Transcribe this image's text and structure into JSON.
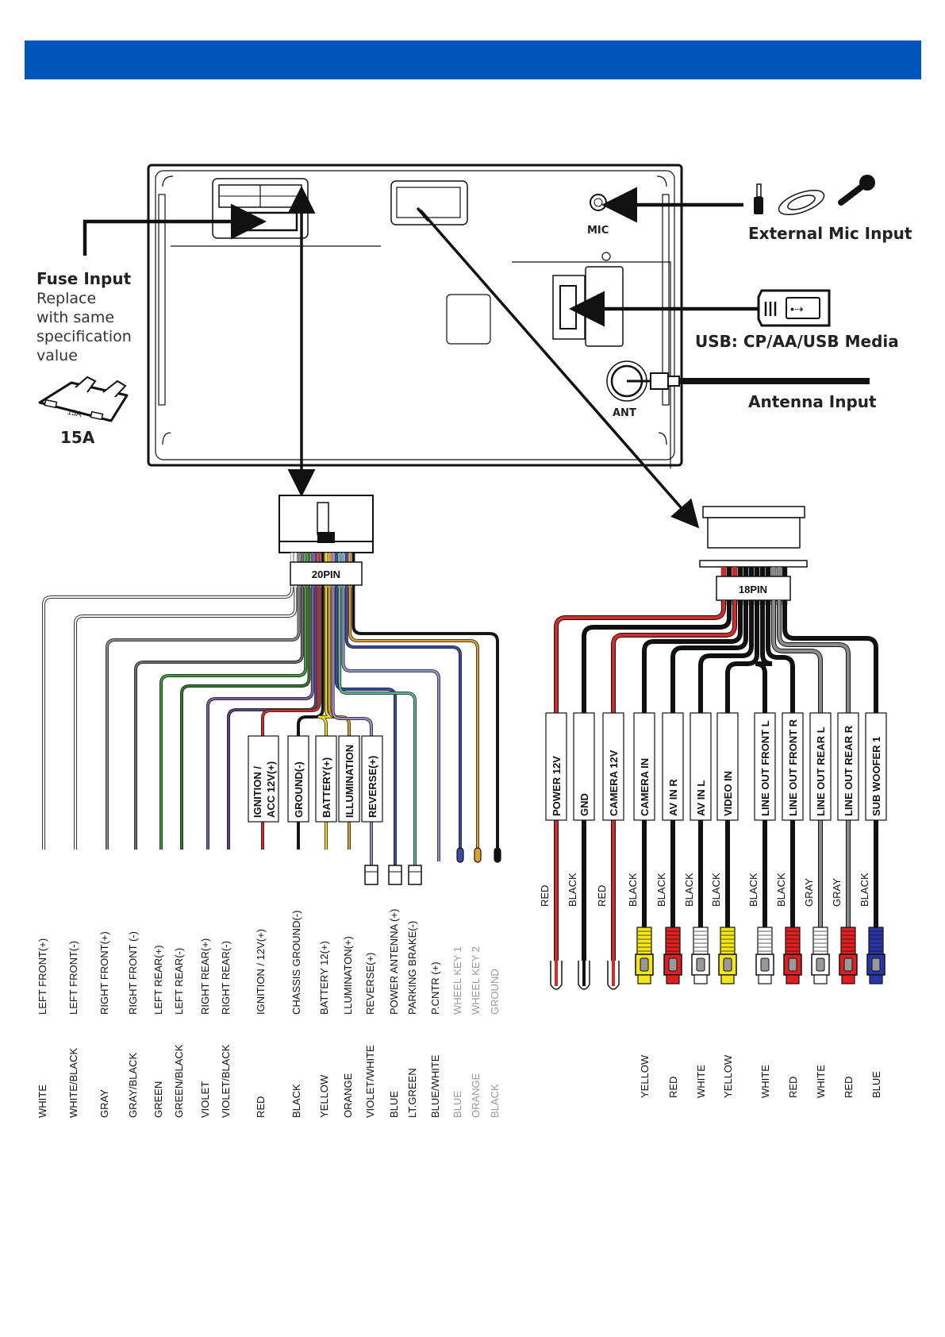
{
  "header": {
    "banner_color": "#0056b8"
  },
  "head_unit": {
    "mic_label": "MIC",
    "ant_label": "ANT"
  },
  "callouts": {
    "mic": "External Mic Input",
    "usb": "USB: CP/AA/USB Media",
    "antenna": "Antenna Input",
    "fuse_title": "Fuse Input",
    "fuse_desc": [
      "Replace",
      "with same",
      "specification",
      "value"
    ],
    "fuse_rating": "15A",
    "fuse_body_label": "15A"
  },
  "harness_20pin": {
    "label": "20PIN",
    "inline_boxes": [
      "IGNITION /",
      "ACC 12V(+)",
      "GROUND(-)",
      "BATTERY(+)",
      "ILLUMINATION",
      "REVERSE(+)"
    ],
    "wires": [
      {
        "function": "LEFT FRONT(+)",
        "color_name": "WHITE",
        "color": "#ffffff",
        "stripe": "#333333"
      },
      {
        "function": "LEFT FRONT(-)",
        "color_name": "WHITE/BLACK",
        "color": "#ffffff",
        "stripe": "#555555"
      },
      {
        "function": "RIGHT FRONT(+)",
        "color_name": "GRAY",
        "color": "#8a8a8a"
      },
      {
        "function": "RIGHT FRONT (-)",
        "color_name": "GRAY/BLACK",
        "color": "#6b6b6b"
      },
      {
        "function": "LEFT REAR(+)",
        "color_name": "GREEN",
        "color": "#3f9a3a"
      },
      {
        "function": "LEFT REAR(-)",
        "color_name": "GREEN/BLACK",
        "color": "#2f7a2c"
      },
      {
        "function": "RIGHT REAR(+)",
        "color_name": "VIOLET",
        "color": "#7d5aa6"
      },
      {
        "function": "RIGHT REAR(-)",
        "color_name": "VIOLET/BLACK",
        "color": "#5e437f"
      },
      {
        "function": "IGNITION / 12V(+)",
        "color_name": "RED",
        "color": "#d42a2a"
      },
      {
        "function": "CHASSIS GROUND(-)",
        "color_name": "BLACK",
        "color": "#111111"
      },
      {
        "function": "BATTERY 12(+)",
        "color_name": "YELLOW",
        "color": "#f0dc1e"
      },
      {
        "function": "LLUMINATON(+)",
        "color_name": "ORANGE",
        "color": "#e0a030"
      },
      {
        "function": "REVERSE(+)",
        "color_name": "VIOLET/WHITE",
        "color": "#a48ac4"
      },
      {
        "function": "POWER ANTENNA (+)",
        "color_name": "BLUE",
        "color": "#3a4aa0"
      },
      {
        "function": "PARKING BRAKE(-)",
        "color_name": "LT.GREEN",
        "color": "#5fb89a"
      },
      {
        "function": "P.CNTR (+)",
        "color_name": "BLUE/WHITE",
        "color": "#8f98c8"
      },
      {
        "function": "WHEEL KEY 1",
        "color_name": "BLUE",
        "color": "#3a4aa0",
        "faded": true
      },
      {
        "function": "WHEEL KEY 2",
        "color_name": "ORANGE",
        "color": "#e0a030",
        "faded": true
      },
      {
        "function": "GROUND",
        "color_name": "BLACK",
        "color": "#111111",
        "faded": true
      }
    ]
  },
  "harness_18pin": {
    "label": "18PIN",
    "wires": [
      {
        "function": "POWER 12V",
        "wire_color": "RED",
        "color": "#d42a2a",
        "plug": "bare"
      },
      {
        "function": "GND",
        "wire_color": "BLACK",
        "color": "#111111",
        "plug": "bare"
      },
      {
        "function": "CAMERA 12V",
        "wire_color": "RED",
        "color": "#d42a2a",
        "plug": "bare"
      },
      {
        "function": "CAMERA IN",
        "wire_color": "BLACK",
        "color": "#111111",
        "plug": "rca",
        "plug_color_name": "YELLOW",
        "plug_color": "#f5e61a"
      },
      {
        "function": "AV IN R",
        "wire_color": "BLACK",
        "color": "#111111",
        "plug": "rca",
        "plug_color_name": "RED",
        "plug_color": "#e02020"
      },
      {
        "function": "AV IN L",
        "wire_color": "BLACK",
        "color": "#111111",
        "plug": "rca",
        "plug_color_name": "WHITE",
        "plug_color": "#ffffff"
      },
      {
        "function": "VIDEO IN",
        "wire_color": "BLACK",
        "color": "#111111",
        "plug": "rca",
        "plug_color_name": "YELLOW",
        "plug_color": "#f5e61a"
      },
      {
        "function": "LINE OUT FRONT L",
        "wire_color": "BLACK",
        "color": "#111111",
        "plug": "rca",
        "plug_color_name": "WHITE",
        "plug_color": "#ffffff"
      },
      {
        "function": "LINE OUT FRONT R",
        "wire_color": "BLACK",
        "color": "#111111",
        "plug": "rca",
        "plug_color_name": "RED",
        "plug_color": "#e02020"
      },
      {
        "function": "LINE OUT REAR L",
        "wire_color": "GRAY",
        "color": "#8a8a8a",
        "plug": "rca",
        "plug_color_name": "WHITE",
        "plug_color": "#ffffff"
      },
      {
        "function": "LINE OUT REAR R",
        "wire_color": "GRAY",
        "color": "#8a8a8a",
        "plug": "rca",
        "plug_color_name": "RED",
        "plug_color": "#e02020"
      },
      {
        "function": "SUB WOOFER 1",
        "wire_color": "BLACK",
        "color": "#111111",
        "plug": "rca",
        "plug_color_name": "BLUE",
        "plug_color": "#2a35a8"
      }
    ]
  }
}
